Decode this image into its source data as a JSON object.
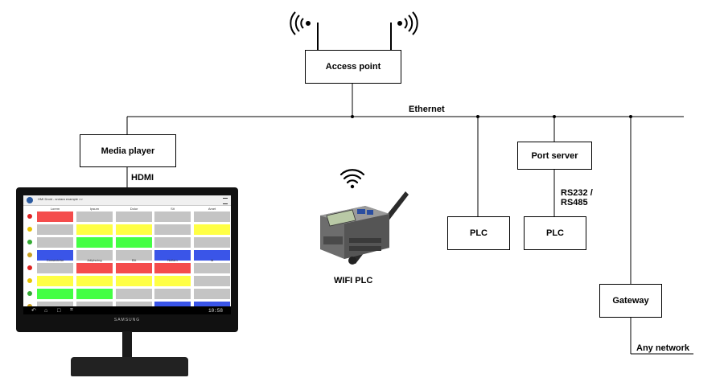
{
  "diagram": {
    "nodes": {
      "access_point": "Access point",
      "media_player": "Media player",
      "port_server": "Port server",
      "plc_1": "PLC",
      "plc_2": "PLC",
      "gateway": "Gateway"
    },
    "labels": {
      "ethernet": "Ethernet",
      "hdmi": "HDMI",
      "rs232": "RS232 /",
      "rs485": "RS485",
      "wifi_plc": "WIFI PLC",
      "any_network": "Any network"
    }
  },
  "hmi": {
    "title": "HMI Droid - srolara example >>",
    "columns_top": [
      "Lorem",
      "Ipsum",
      "Dolor",
      "Sit",
      "Amet"
    ],
    "columns_bottom": [
      "Consectetur",
      "Adipiscing",
      "Elit",
      "Nullam",
      "Id"
    ],
    "grid_top": [
      [
        "red",
        "gray",
        "gray",
        "gray",
        "gray"
      ],
      [
        "gray",
        "yellow",
        "yellow",
        "gray",
        "yellow"
      ],
      [
        "gray",
        "green",
        "green",
        "gray",
        "gray"
      ],
      [
        "blue",
        "gray",
        "gray",
        "blue",
        "blue"
      ]
    ],
    "grid_bottom": [
      [
        "gray",
        "red",
        "red",
        "red",
        "gray"
      ],
      [
        "yellow",
        "yellow",
        "yellow",
        "yellow",
        "gray"
      ],
      [
        "green",
        "green",
        "gray",
        "gray",
        "gray"
      ],
      [
        "gray",
        "gray",
        "gray",
        "blue",
        "blue"
      ]
    ],
    "row_icons": [
      "stop-icon",
      "warning-icon",
      "recycle-icon",
      "lock-icon"
    ],
    "clock": "10:58",
    "monitor_brand": "SAMSUNG"
  },
  "colors": {
    "red": "#f44c4c",
    "yellow": "#ffff44",
    "green": "#44ff44",
    "blue": "#3a55e8",
    "gray": "#c4c4c4",
    "icon_red": "#dd2222",
    "icon_yellow": "#e6c200",
    "icon_green": "#33aa33",
    "icon_gold": "#c9a020"
  }
}
